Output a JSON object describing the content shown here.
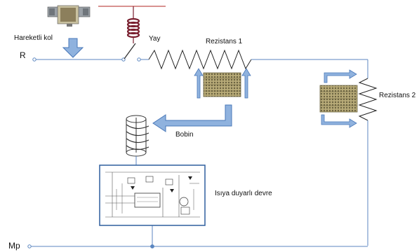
{
  "labels": {
    "moving_arm": "Hareketli kol",
    "spring": "Yay",
    "resistor1": "Rezistans 1",
    "resistor2": "Rezistans 2",
    "coil": "Bobin",
    "heat_sensitive_circuit": "Isıya duyarlı devre",
    "line_r": "R",
    "line_mp": "Mp"
  },
  "colors": {
    "wire": "#5b86c0",
    "arrow_fill": "#8fb2de",
    "arrow_stroke": "#4a78b8",
    "spring": "#7a2030",
    "spring_line": "#c0504d",
    "resistor_zigzag": "#222222",
    "coil": "#333333",
    "heater_body": "#a89a6a"
  }
}
